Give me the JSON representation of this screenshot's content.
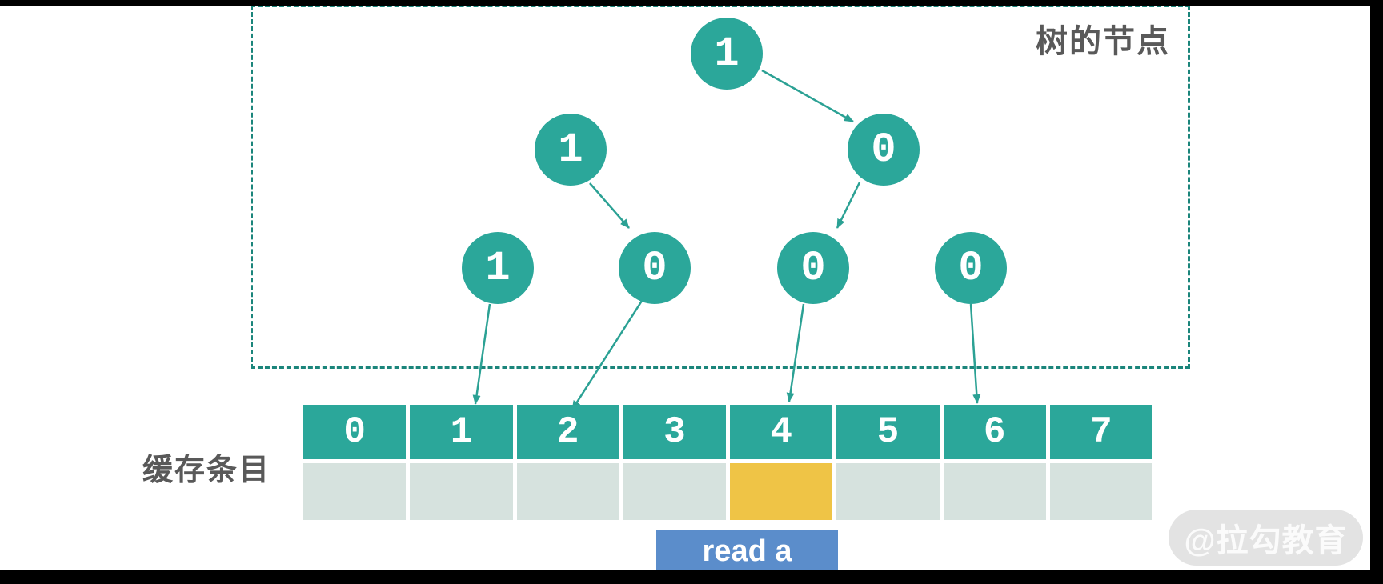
{
  "tree_box": {
    "label": "树的节点"
  },
  "tree": {
    "nodes": [
      {
        "id": "root",
        "level": 1,
        "value": "1"
      },
      {
        "id": "l",
        "level": 2,
        "value": "1"
      },
      {
        "id": "r",
        "level": 2,
        "value": "0"
      },
      {
        "id": "ll",
        "level": 3,
        "value": "1"
      },
      {
        "id": "lr",
        "level": 3,
        "value": "0"
      },
      {
        "id": "rl",
        "level": 3,
        "value": "0"
      },
      {
        "id": "rr",
        "level": 3,
        "value": "0"
      }
    ],
    "edges": [
      "root -> r",
      "l -> lr",
      "r -> rl",
      "ll -> entry-1",
      "lr -> entry-2",
      "rl -> entry-4",
      "rr -> entry-6"
    ]
  },
  "cache": {
    "label": "缓存条目",
    "headers": [
      "0",
      "1",
      "2",
      "3",
      "4",
      "5",
      "6",
      "7"
    ],
    "highlighted_index": 4
  },
  "action": {
    "label": "read a"
  },
  "watermark": {
    "text": "@拉勾教育"
  },
  "colors": {
    "node_teal": "#2BA79A",
    "dashed_border_teal": "#1B857B",
    "arrow_teal": "#2BA194",
    "cache_empty_cell": "#D6E2DE",
    "cache_highlight_yellow": "#EFC446",
    "action_blue": "#5B8DCB",
    "label_gray": "#595959",
    "watermark_gray": "#E3E3E3"
  }
}
